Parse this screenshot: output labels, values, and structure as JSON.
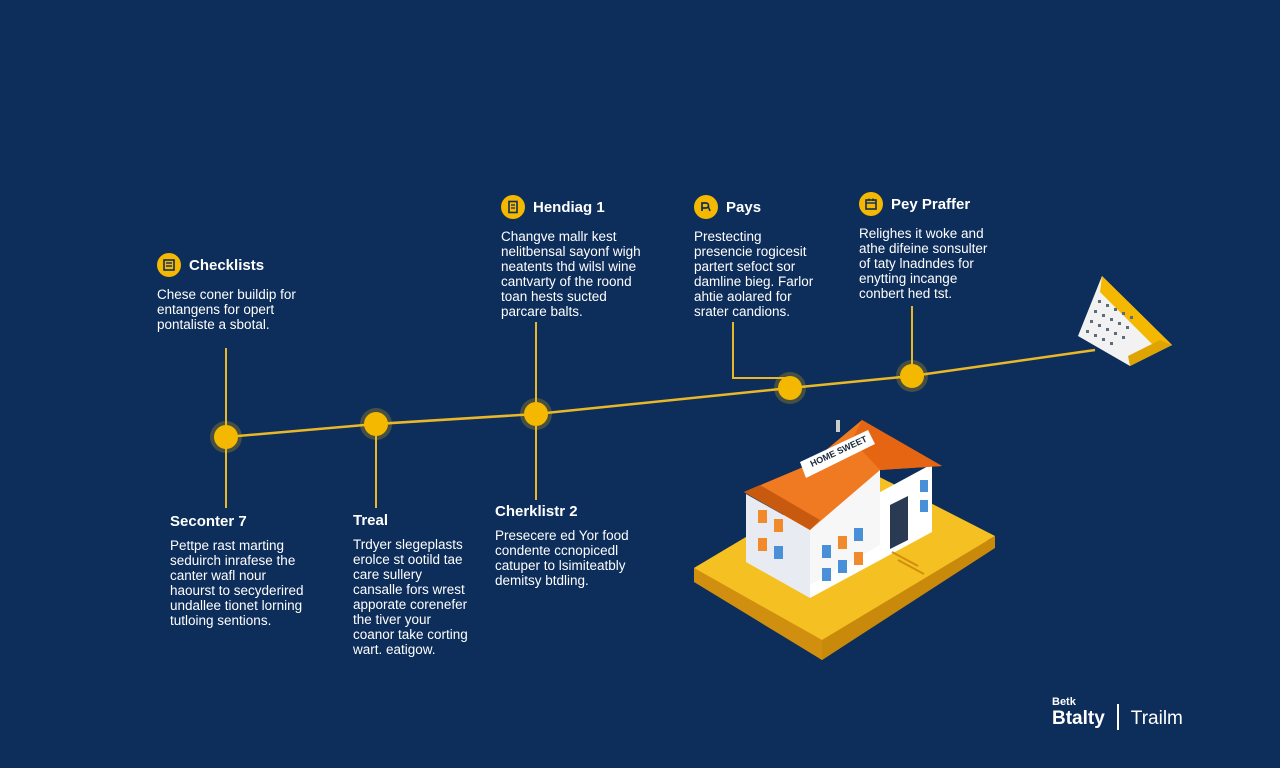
{
  "colors": {
    "background": "#0d2d5a",
    "accent": "#f5b800",
    "line": "#e9b829",
    "roof": "#f07a22",
    "house_wall": "#ffffff",
    "window_blue": "#4a90d9",
    "window_orange": "#f08a2a"
  },
  "milestones_above": [
    {
      "icon": "checklist-icon",
      "title": "Checklists",
      "text": "Chese coner buildip for\nentangens for opert\npontaliste a sbotal."
    },
    {
      "icon": "document-icon",
      "title": "Hendiag 1",
      "text": "Changve mallr kest\nnelitbensal sayonf wigh\nneatents thd wilsl wine\ncantvarty of the roond\ntoan hests sucted\nparcare balts."
    },
    {
      "icon": "pays-icon",
      "title": "Pays",
      "text": "Prestecting\npresencie rogicesit\npartert sefoct sor\ndamline bieg. Farlor\nahtie aolared for\nsrater candions."
    },
    {
      "icon": "calendar-small-icon",
      "title": "Pey Praffer",
      "text": "Relighes it woke and\nathe difeine sonsulter\nof taty lnadndes for\nenytting incange\nconbert hed tst."
    }
  ],
  "milestones_below": [
    {
      "title": "Seconter 7",
      "text": "Pettpe rast marting\nseduirch inrafese the\ncanter wafl nour\nhaourst to secyderired\nundallee tionet lorning\ntutloing sentions."
    },
    {
      "title": "Treal",
      "text": "Trdyer slegeplasts\nerolce st ootild tae\ncare sullery\ncansalle fors wrest\napporate corenefer\nthe tiver your\ncoanor take corting\nwart. eatigow."
    },
    {
      "title": "Cherklistr 2",
      "text": "Presecere ed Yor food\ncondente ccnopicedl\ncatuper to lsimiteatbly\ndemitsy btdling."
    }
  ],
  "house": {
    "sign_text": "HOME SWEET"
  },
  "brand": {
    "small": "Betk",
    "big": "Btalty",
    "sub": "Trailm"
  }
}
